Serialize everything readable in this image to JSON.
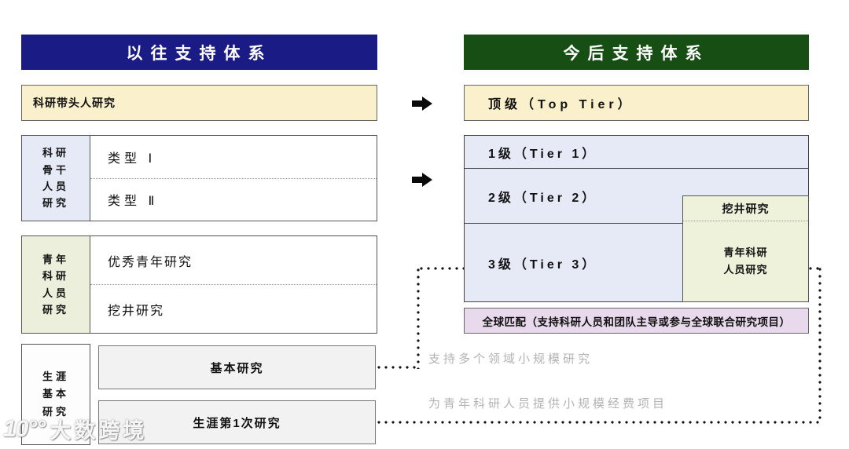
{
  "left": {
    "header": "以往支持体系",
    "leader_box": "科研带头人研究",
    "backbone": {
      "label": "科研\n骨干\n人员\n研究",
      "rows": [
        "类型 Ⅰ",
        "类型 Ⅱ"
      ]
    },
    "young": {
      "label": "青年\n科研\n人员\n研究",
      "rows": [
        "优秀青年研究",
        "挖井研究"
      ]
    },
    "career": {
      "label": "生涯\n基本\n研究",
      "rows": [
        "基本研究",
        "生涯第1次研究"
      ]
    }
  },
  "right": {
    "header": "今后支持体系",
    "top_tier": "顶级（Top Tier）",
    "tiers": [
      "1级（Tier 1）",
      "2级（Tier 2）",
      "3级（Tier 3）"
    ],
    "overlay": {
      "title": "挖井研究",
      "body": "青年科研\n人员研究"
    },
    "global_match": "全球匹配（支持科研人员和团队主导或参与全球联合研究项目）"
  },
  "annotations": {
    "note1": "支持多个领域小规模研究",
    "note2": "为青年科研人员提供小规模经费项目"
  },
  "watermark": {
    "logo": "10°°",
    "text": "大数跨境"
  },
  "colors": {
    "navy": "#1b1b85",
    "green": "#164e14",
    "yellow": "#faf0cb",
    "lavender": "#e6eaf7",
    "olive": "#ecefdb",
    "olive2": "#eff2da",
    "pink": "#e8d9ec",
    "graybox": "#f2f2f2",
    "notegray": "#b3b3b3"
  }
}
